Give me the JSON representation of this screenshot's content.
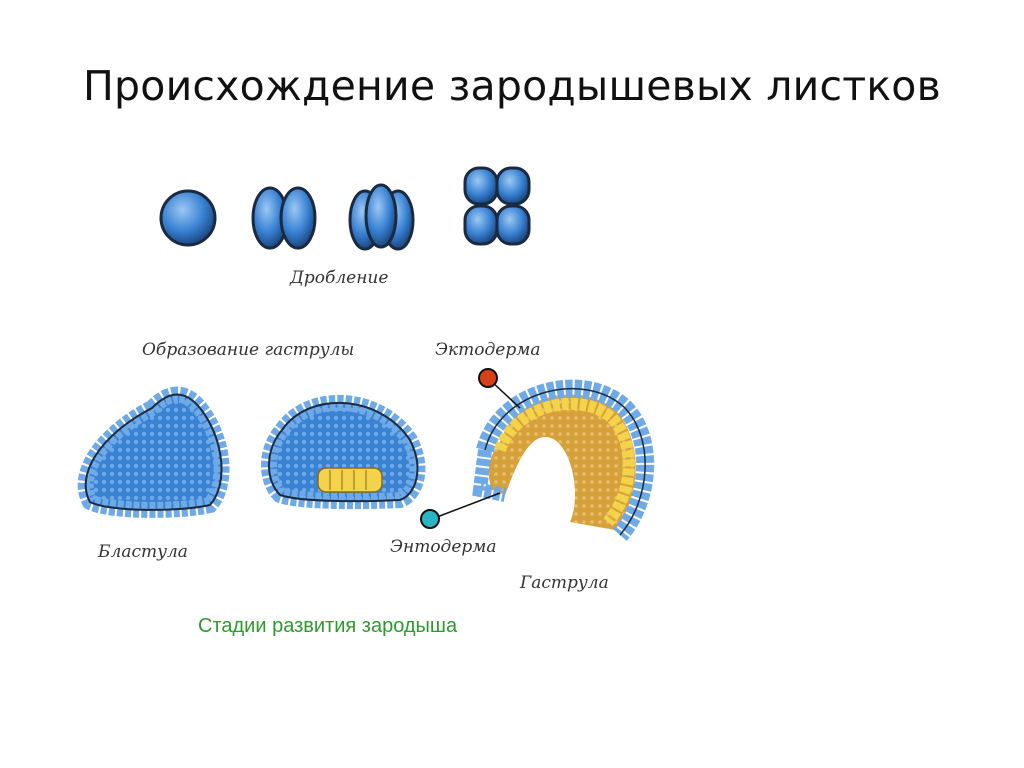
{
  "slide": {
    "title": "Происхождение зародышевых листков"
  },
  "diagram": {
    "cleavage_label": "Дробление",
    "gastrula_formation_label": "Образование гаструлы",
    "ectoderm_label": "Эктодерма",
    "endoderm_label": "Энтодерма",
    "blastula_label": "Бластула",
    "gastrula_label": "Гаструла",
    "caption": "Стадии развития зародыша",
    "colors": {
      "cell_blue": "#3a83d4",
      "outer_layer": "#7fb8e8",
      "endoderm_yellow": "#f2d34a",
      "gastrula_interior": "#d9a33a",
      "ectoderm_marker": "#d8401a",
      "endoderm_marker": "#29b6c2",
      "caption_green": "#2e9a2e"
    }
  }
}
